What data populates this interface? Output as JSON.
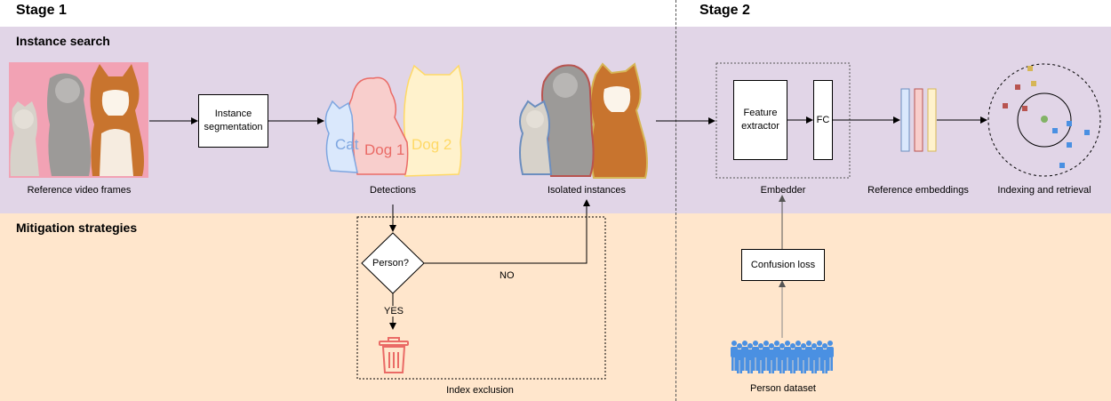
{
  "stages": {
    "stage1": "Stage 1",
    "stage2": "Stage 2"
  },
  "bands": {
    "instance_search": "Instance search",
    "mitigation": "Mitigation strategies"
  },
  "captions": {
    "reference_frames": "Reference video frames",
    "detections": "Detections",
    "isolated": "Isolated instances",
    "embedder": "Embedder",
    "reference_embeddings": "Reference embeddings",
    "indexing": "Indexing and retrieval",
    "index_exclusion": "Index exclusion",
    "person_dataset": "Person dataset"
  },
  "boxes": {
    "segmentation_line1": "Instance",
    "segmentation_line2": "segmentation",
    "feature_line1": "Feature",
    "feature_line2": "extractor",
    "fc": "FC",
    "confusion": "Confusion loss"
  },
  "decision": {
    "question": "Person?",
    "no": "NO",
    "yes": "YES"
  },
  "masks": {
    "cat": "Cat",
    "dog1": "Dog 1",
    "dog2": "Dog 2"
  },
  "colors": {
    "instance_band": "#e1d5e7",
    "mitigation_band": "#ffe6cc",
    "cat": "#7ea6e0",
    "dog1": "#ea6b66",
    "dog2": "#ffd966",
    "emb_blue": "#dae8fc",
    "emb_red": "#f8cecc",
    "emb_yellow": "#fff2cc"
  },
  "icons": {
    "trash": "trash-icon",
    "people": "people-icon"
  }
}
